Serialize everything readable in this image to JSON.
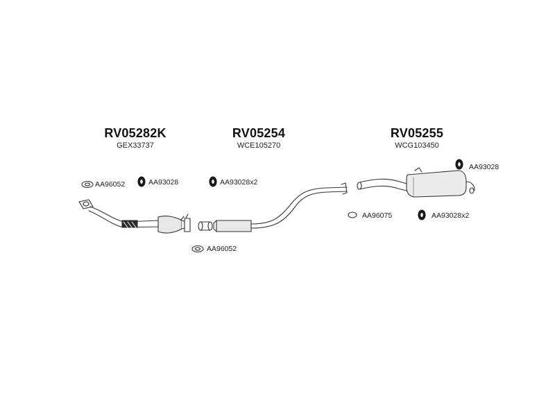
{
  "sections": [
    {
      "code": "RV05282K",
      "sub": "GEX33737"
    },
    {
      "code": "RV05254",
      "sub": "WCE105270"
    },
    {
      "code": "RV05255",
      "sub": "WCG103450"
    }
  ],
  "refs": {
    "front_gasket": "AA96052",
    "front_hanger": "AA93028",
    "mid_hanger": "AA93028x2",
    "lower_gasket": "AA96052",
    "rear_hanger_top": "AA93028",
    "rear_gasket": "AA96075",
    "rear_hanger_bottom": "AA93028x2"
  },
  "colors": {
    "line": "#333333",
    "fill": "#f2f2f2",
    "shade": "#cfcfcf",
    "rubber": "#1a1a1a"
  }
}
